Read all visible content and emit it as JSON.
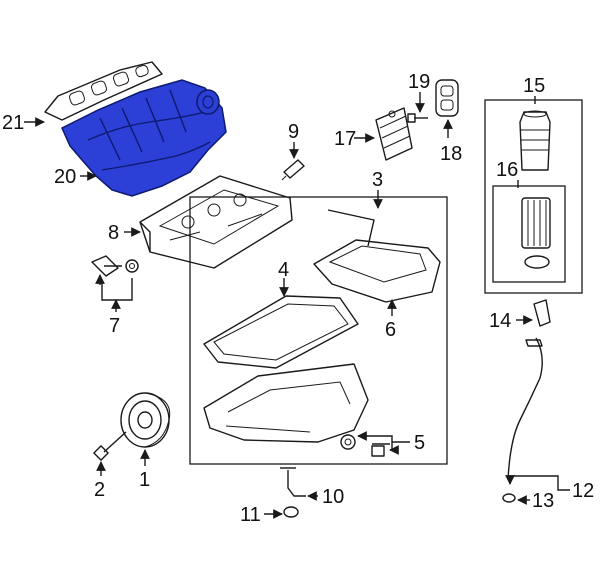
{
  "diagram": {
    "highlight_color": "#2c3fd6",
    "callouts": {
      "c1": "1",
      "c2": "2",
      "c3": "3",
      "c4": "4",
      "c5": "5",
      "c6": "6",
      "c7": "7",
      "c8": "8",
      "c9": "9",
      "c10": "10",
      "c11": "11",
      "c12": "12",
      "c13": "13",
      "c14": "14",
      "c15": "15",
      "c16": "16",
      "c17": "17",
      "c18": "18",
      "c19": "19",
      "c20": "20",
      "c21": "21"
    }
  }
}
